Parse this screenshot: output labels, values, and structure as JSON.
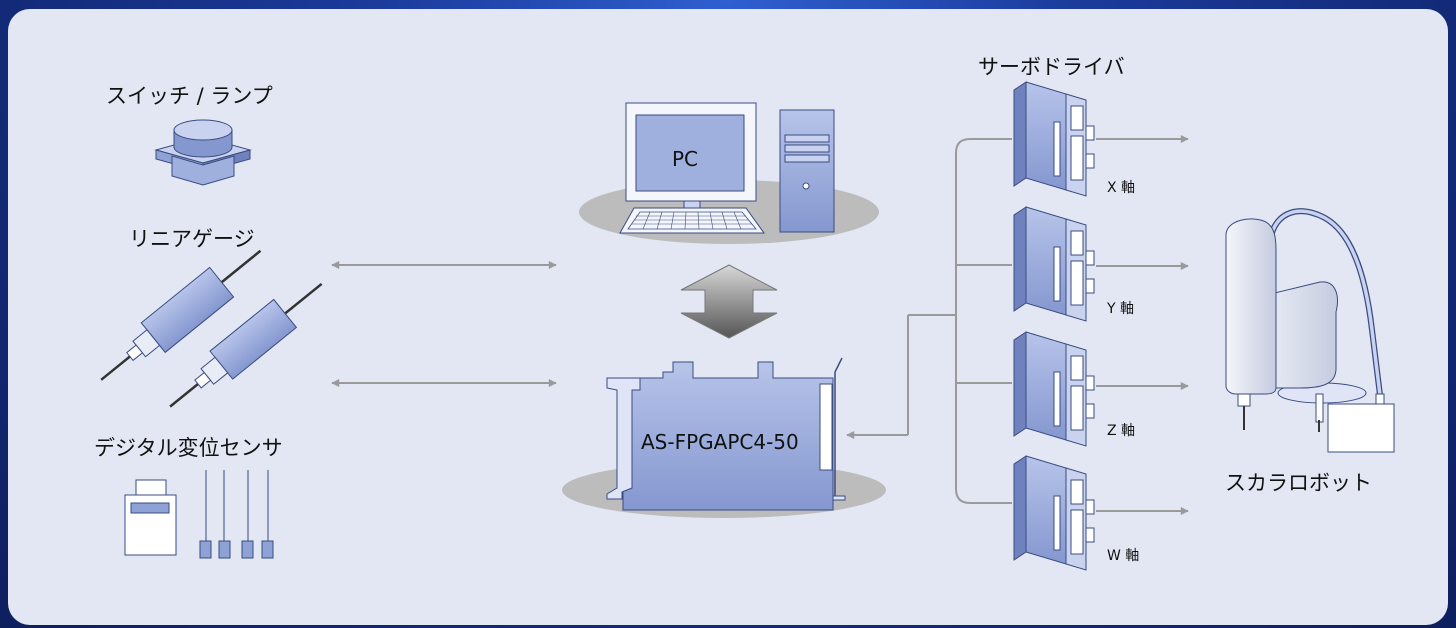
{
  "labels": {
    "switch_lamp": "スイッチ / ランプ",
    "linear_gauge": "リニアゲージ",
    "digital_sensor": "デジタル変位センサ",
    "servo_driver": "サーボドライバ",
    "scara_robot": "スカラロボット",
    "pc": "PC",
    "board": "AS-FPGAPC4-50"
  },
  "axes": [
    {
      "label": "X 軸"
    },
    {
      "label": "Y 軸"
    },
    {
      "label": "Z 軸"
    },
    {
      "label": "W 軸"
    }
  ],
  "colors": {
    "panel": "#e2e7f3",
    "device_fill": "#9fb0de",
    "device_light": "#c9d3ef",
    "device_dark": "#6f82bd",
    "outline": "#3a4c80",
    "arrow": "#9a9a9a",
    "shadow": "#bcbcbc"
  }
}
